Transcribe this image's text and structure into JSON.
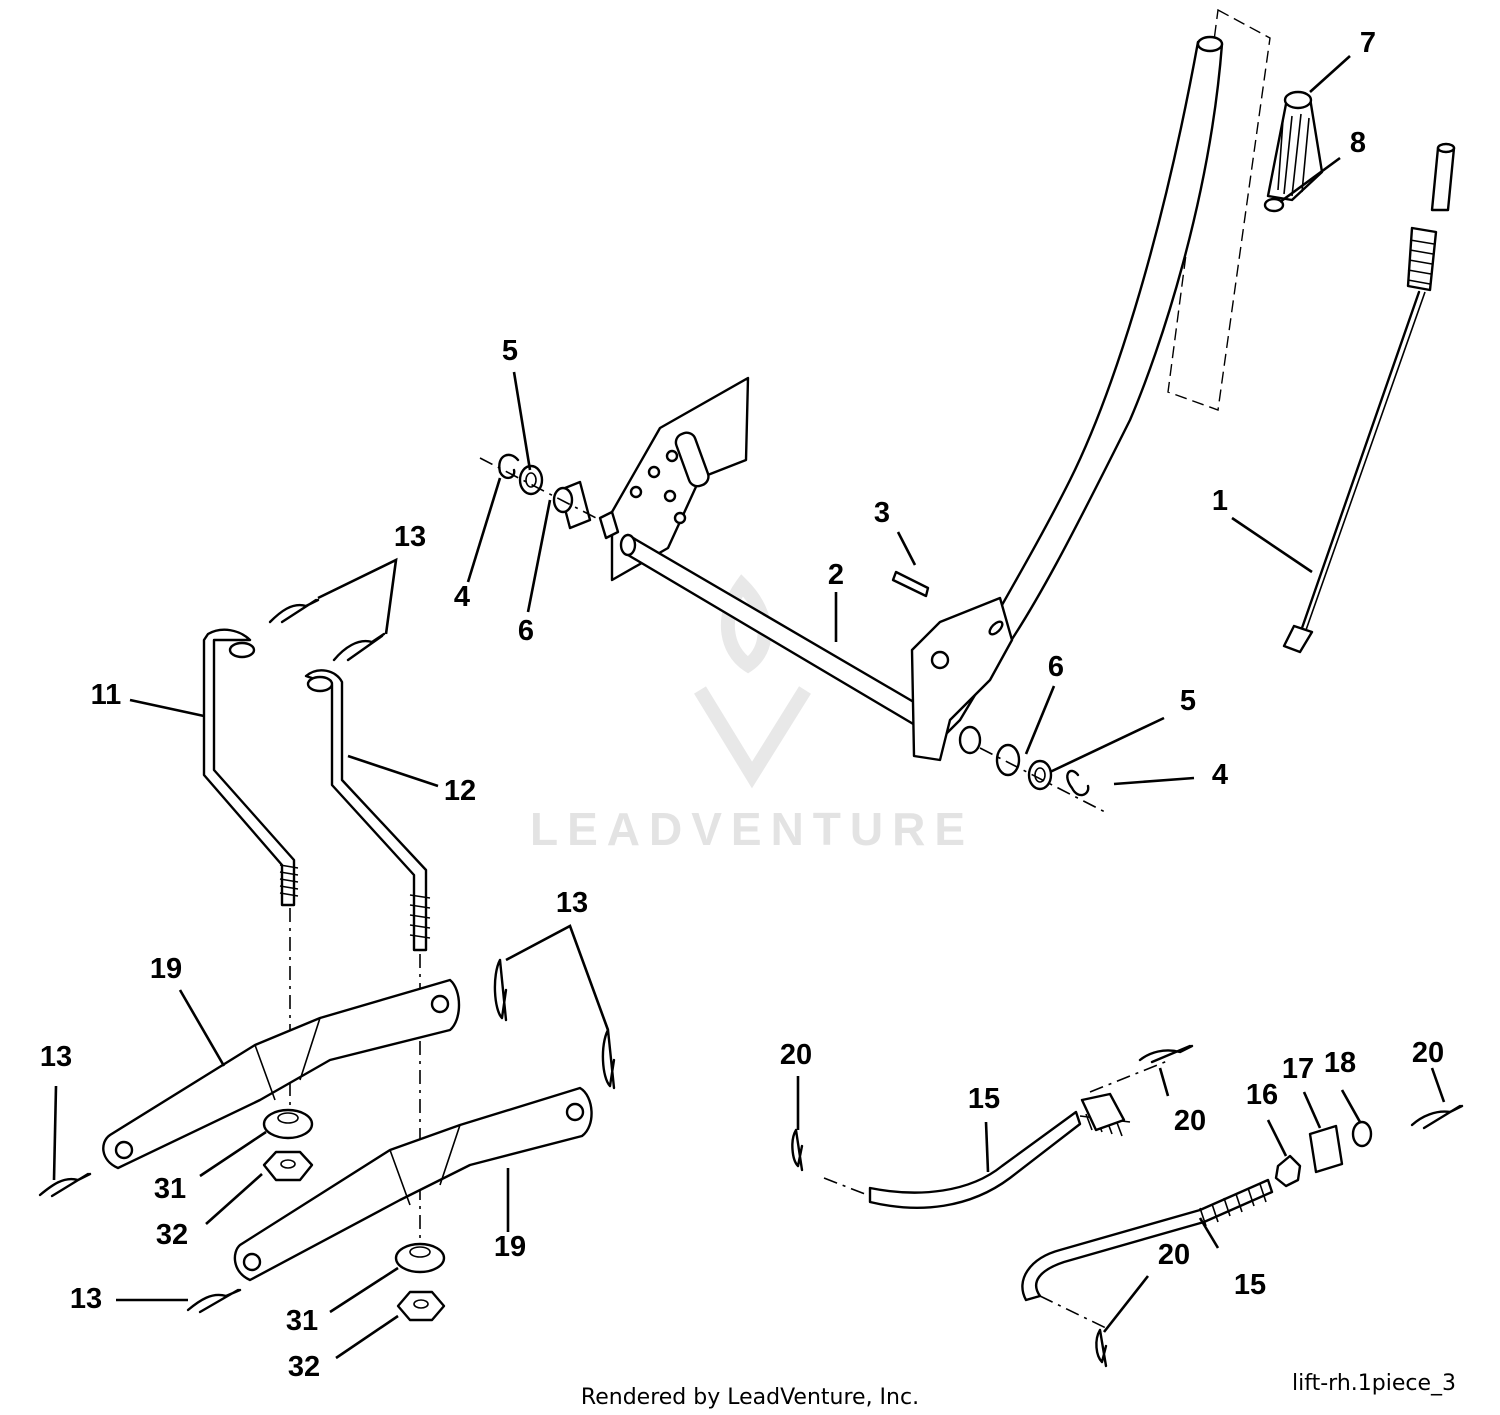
{
  "watermark": {
    "text": "LEADVENTURE"
  },
  "footer": {
    "credit": "Rendered by LeadVenture, Inc.",
    "diagram_id": "lift-rh.1piece_3"
  },
  "callouts": [
    {
      "id": "c1",
      "label": "1"
    },
    {
      "id": "c2",
      "label": "2"
    },
    {
      "id": "c3",
      "label": "3"
    },
    {
      "id": "c4a",
      "label": "4"
    },
    {
      "id": "c4b",
      "label": "4"
    },
    {
      "id": "c5a",
      "label": "5"
    },
    {
      "id": "c5b",
      "label": "5"
    },
    {
      "id": "c6a",
      "label": "6"
    },
    {
      "id": "c6b",
      "label": "6"
    },
    {
      "id": "c7",
      "label": "7"
    },
    {
      "id": "c8",
      "label": "8"
    },
    {
      "id": "c11",
      "label": "11"
    },
    {
      "id": "c12",
      "label": "12"
    },
    {
      "id": "c13a",
      "label": "13"
    },
    {
      "id": "c13b",
      "label": "13"
    },
    {
      "id": "c13c",
      "label": "13"
    },
    {
      "id": "c13d",
      "label": "13"
    },
    {
      "id": "c15a",
      "label": "15"
    },
    {
      "id": "c15b",
      "label": "15"
    },
    {
      "id": "c16",
      "label": "16"
    },
    {
      "id": "c17",
      "label": "17"
    },
    {
      "id": "c18",
      "label": "18"
    },
    {
      "id": "c19a",
      "label": "19"
    },
    {
      "id": "c19b",
      "label": "19"
    },
    {
      "id": "c20a",
      "label": "20"
    },
    {
      "id": "c20b",
      "label": "20"
    },
    {
      "id": "c20c",
      "label": "20"
    },
    {
      "id": "c20d",
      "label": "20"
    },
    {
      "id": "c31a",
      "label": "31"
    },
    {
      "id": "c31b",
      "label": "31"
    },
    {
      "id": "c32a",
      "label": "32"
    },
    {
      "id": "c32b",
      "label": "32"
    }
  ]
}
